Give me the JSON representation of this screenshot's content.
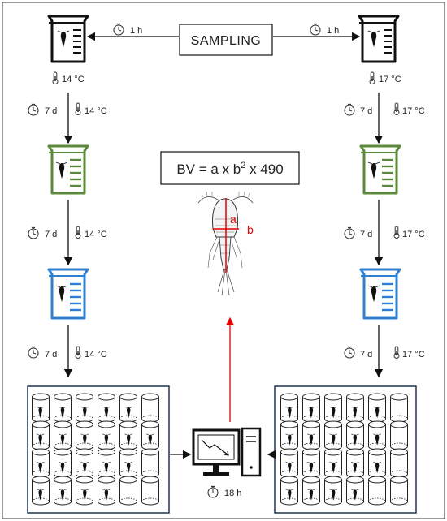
{
  "sampling": {
    "label": "SAMPLING",
    "left_time": "1 h",
    "right_time": "1 h"
  },
  "left_column": {
    "start_temp": "14 °C",
    "steps": [
      {
        "time": "7 d",
        "temp": "14 °C"
      },
      {
        "time": "7 d",
        "temp": "14 °C"
      },
      {
        "time": "7 d",
        "temp": "14 °C"
      }
    ]
  },
  "right_column": {
    "start_temp": "17 °C",
    "steps": [
      {
        "time": "7 d",
        "temp": "17 °C"
      },
      {
        "time": "7 d",
        "temp": "17 °C"
      },
      {
        "time": "7 d",
        "temp": "17 °C"
      }
    ]
  },
  "formula": {
    "prefix": "BV = a x b",
    "exponent": "2",
    "suffix": " x 490"
  },
  "measure": {
    "a": "a",
    "b": "b"
  },
  "analysis": {
    "time": "18 h"
  },
  "colors": {
    "green": "#5a8a3a",
    "blue": "#2f7fd0",
    "black": "#1a1a1a",
    "frame": "#1f3350",
    "red": "#e30000"
  },
  "icons": [
    "beaker-icon",
    "stopwatch-icon",
    "thermometer-icon",
    "copepod-icon",
    "computer-icon",
    "vial-icon"
  ]
}
